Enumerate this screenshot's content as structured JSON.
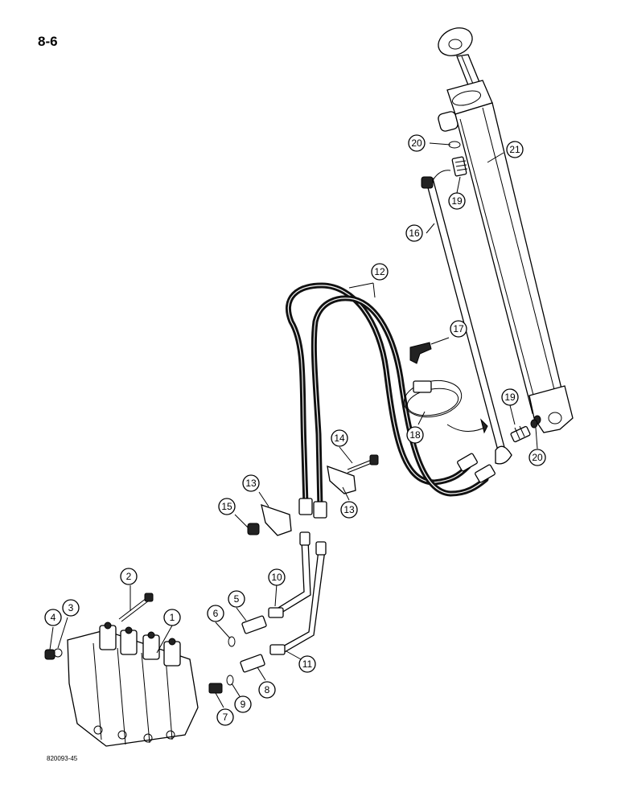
{
  "page": {
    "number": "8-6",
    "drawing_code": "820093-45"
  },
  "callouts": [
    "1",
    "2",
    "3",
    "4",
    "5",
    "6",
    "7",
    "8",
    "9",
    "10",
    "11",
    "12",
    "13",
    "13",
    "14",
    "15",
    "16",
    "17",
    "18",
    "19",
    "19",
    "20",
    "20",
    "21"
  ]
}
